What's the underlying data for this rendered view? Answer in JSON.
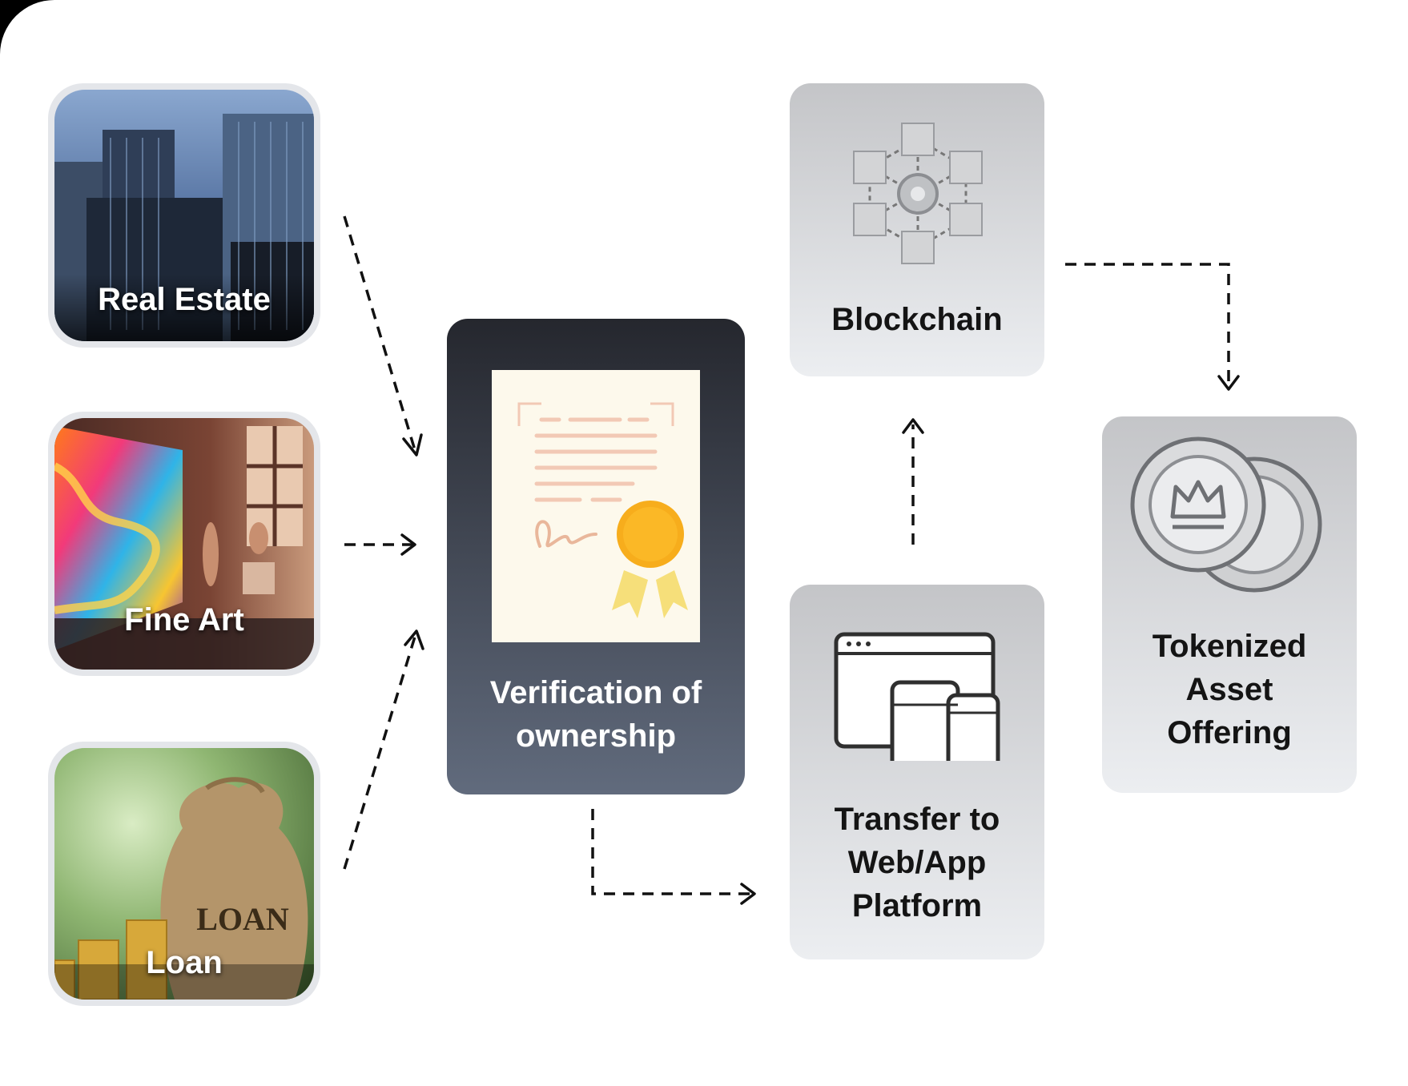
{
  "sources": {
    "real_estate": "Real Estate",
    "fine_art": "Fine Art",
    "loan": "Loan",
    "loan_bag_text": "LOAN"
  },
  "verification": {
    "title": "Verification of ownership"
  },
  "blockchain": {
    "title": "Blockchain"
  },
  "transfer": {
    "title": "Transfer to Web/App Platform"
  },
  "tokenized": {
    "title": "Tokenized Asset Offering"
  },
  "colors": {
    "verification_top": "#25272e",
    "verification_bottom": "#616b7d",
    "card_top": "#c4c5c8",
    "card_bottom": "#eceef1",
    "seal": "#f7ad1c",
    "arrow": "#111111"
  }
}
